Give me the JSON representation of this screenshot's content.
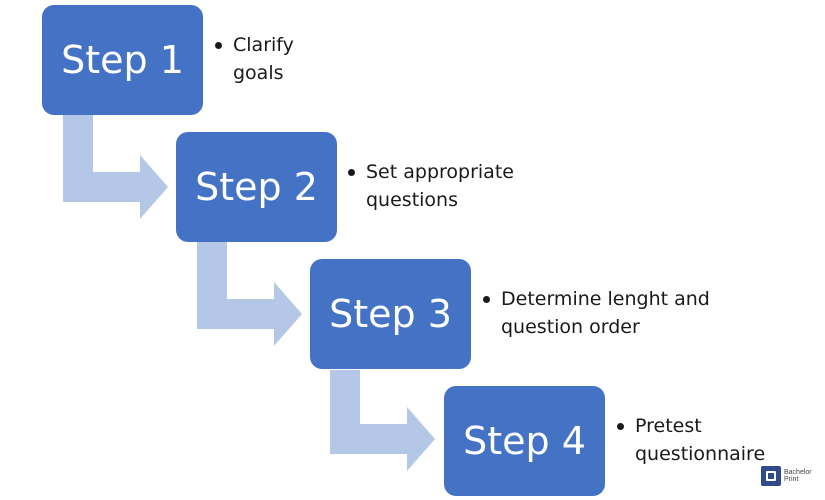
{
  "colors": {
    "box_fill": "#4472c4",
    "arrow_fill": "#b4c7e7",
    "text": "#1a1a1a"
  },
  "steps": [
    {
      "label": "Step 1",
      "desc_lines": [
        "Clarify",
        "goals"
      ]
    },
    {
      "label": "Step 2",
      "desc_lines": [
        "Set appropriate",
        "questions"
      ]
    },
    {
      "label": "Step 3",
      "desc_lines": [
        "Determine lenght and",
        "question order"
      ]
    },
    {
      "label": "Step 4",
      "desc_lines": [
        "Pretest",
        "questionnaire"
      ]
    }
  ],
  "logo": {
    "line1": "Bachelor",
    "line2": "Print"
  }
}
